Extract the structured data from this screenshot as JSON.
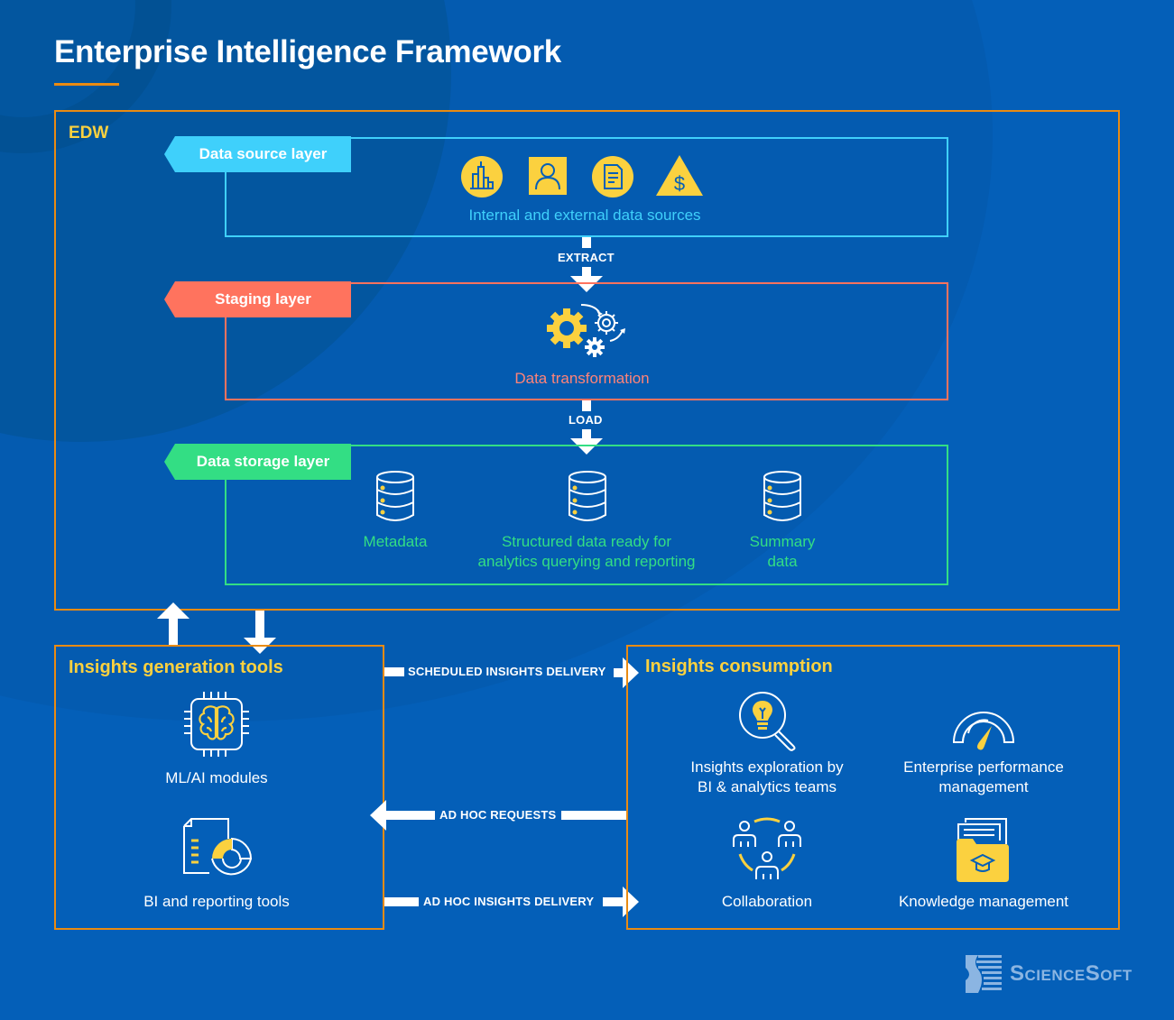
{
  "title": "Enterprise Intelligence Framework",
  "colors": {
    "background": "#045fb8",
    "frame": "#ea8b12",
    "accent_yellow": "#fbd13f",
    "data_source": "#3fd0fb",
    "staging": "#ff735e",
    "staging_text": "#ff8378",
    "storage": "#33de84",
    "white": "#ffffff"
  },
  "edw": {
    "label": "EDW",
    "layers": [
      {
        "tag": "Data source layer",
        "caption": "Internal and external data sources",
        "icons": [
          "city-buildings-icon",
          "user-profile-icon",
          "document-icon",
          "dollar-warning-icon"
        ]
      },
      {
        "tag": "Staging layer",
        "caption": "Data transformation",
        "icons": [
          "gears-transform-icon"
        ]
      },
      {
        "tag": "Data storage layer",
        "items": [
          {
            "icon": "database-icon",
            "label_lines": [
              "Metadata"
            ]
          },
          {
            "icon": "database-icon",
            "label_lines": [
              "Structured data ready for",
              "analytics querying and reporting"
            ]
          },
          {
            "icon": "database-icon",
            "label_lines": [
              "Summary",
              "data"
            ]
          }
        ]
      }
    ],
    "flows": {
      "extract": "EXTRACT",
      "load": "LOAD"
    }
  },
  "insights_generation": {
    "title": "Insights generation tools",
    "items": [
      {
        "icon": "ai-chip-brain-icon",
        "label": "ML/AI modules"
      },
      {
        "icon": "report-chart-icon",
        "label": "BI and reporting tools"
      }
    ]
  },
  "insights_consumption": {
    "title": "Insights consumption",
    "items": [
      {
        "icon": "lightbulb-search-icon",
        "label_lines": [
          "Insights exploration by",
          "BI & analytics teams"
        ]
      },
      {
        "icon": "gauge-icon",
        "label_lines": [
          "Enterprise performance",
          "management"
        ]
      },
      {
        "icon": "team-collaboration-icon",
        "label_lines": [
          "Collaboration"
        ]
      },
      {
        "icon": "knowledge-folder-icon",
        "label_lines": [
          "Knowledge management"
        ]
      }
    ]
  },
  "connections": {
    "scheduled": "SCHEDULED INSIGHTS DELIVERY",
    "adhoc_requests": "AD HOC REQUESTS",
    "adhoc_delivery": "AD HOC INSIGHTS DELIVERY"
  },
  "brand": {
    "name": "ScienceSoft"
  }
}
